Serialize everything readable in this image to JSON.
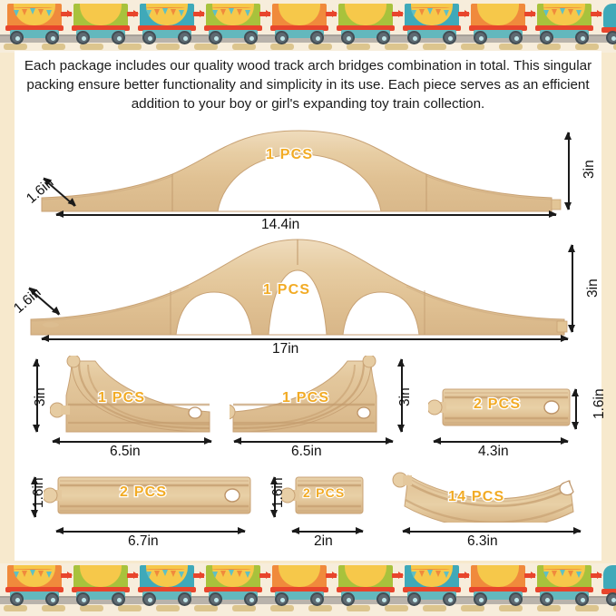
{
  "description": "Each package includes our quality wood track arch bridges combination in total. This singular packing ensure better functionality and simplicity in its use. Each piece serves as an efficient addition to your boy or girl's expanding toy train collection.",
  "colors": {
    "background": "#f7e9cd",
    "canvas": "#ffffff",
    "strip_background": "#f7eddb",
    "pcs_text": "#f2ab25",
    "wood_light": "#efdcbd",
    "wood_mid": "#e2c495",
    "wood_dark": "#dcbb8b",
    "car_orange": "#f08a3c",
    "car_green": "#a8c23c",
    "car_blue": "#3fa9b9",
    "car_yellow": "#f6c84a",
    "chassis_red": "#e8452c",
    "undercarriage_teal": "#63b8bd",
    "wheel_gray": "#5e6a72",
    "rail_gray": "#b9b3ab",
    "sleeper_tan": "#dcc58e"
  },
  "pieces": [
    {
      "id": "single-arch-bridge",
      "name": "Single Arch Bridge",
      "qty_label": "1 PCS",
      "length": "14.4in",
      "height": "3in",
      "depth": "1.6in"
    },
    {
      "id": "triple-arch-bridge",
      "name": "Triple Arch Bridge",
      "qty_label": "1 PCS",
      "length": "17in",
      "height": "3in",
      "depth": "1.6in"
    },
    {
      "id": "switch-track-left",
      "name": "Left Switch Track",
      "qty_label": "1 PCS",
      "length": "6.5in",
      "height": "3in"
    },
    {
      "id": "switch-track-right",
      "name": "Right Switch Track",
      "qty_label": "1 PCS",
      "length": "6.5in",
      "height": "3in"
    },
    {
      "id": "straight-track-short",
      "name": "Short Straight Track",
      "qty_label": "2 PCS",
      "length": "4.3in",
      "height": "1.6in"
    },
    {
      "id": "straight-track-long",
      "name": "Long Straight Track",
      "qty_label": "2 PCS",
      "length": "6.7in",
      "height": "1.6in"
    },
    {
      "id": "straight-track-mini",
      "name": "Mini Straight Track",
      "qty_label": "2 PCS",
      "length": "2in",
      "height": "1.6in"
    },
    {
      "id": "curved-track",
      "name": "Curved Track",
      "qty_label": "14 PCS",
      "length": "6.3in"
    }
  ],
  "train_border": {
    "car_colors": [
      "#f08a3c",
      "#a8c23c",
      "#3fa9b9",
      "#a8c23c",
      "#f08a3c",
      "#a8c23c",
      "#3fa9b9",
      "#f08a3c",
      "#a8c23c"
    ],
    "has_bunting": [
      true,
      false,
      true,
      true,
      false,
      false,
      true,
      false,
      true
    ],
    "locomotive_emblem": "star"
  }
}
